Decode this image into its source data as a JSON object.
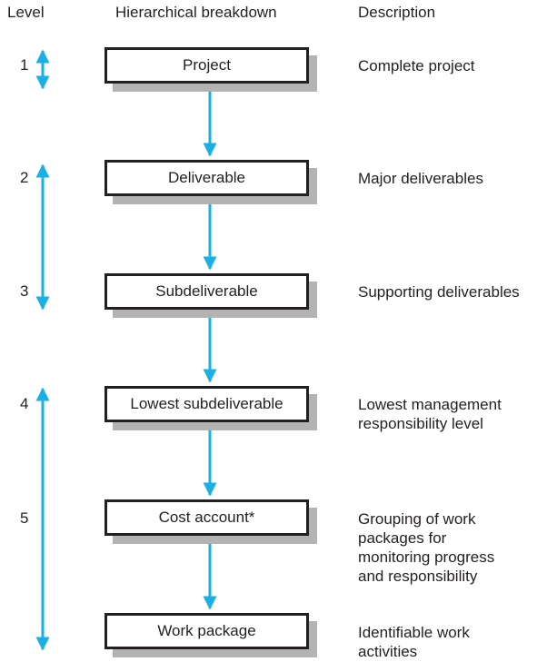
{
  "headers": {
    "level": "Level",
    "breakdown": "Hierarchical breakdown",
    "description": "Description"
  },
  "rows": [
    {
      "level": "1",
      "box": "Project",
      "description": "Complete project"
    },
    {
      "level": "2",
      "box": "Deliverable",
      "description": "Major deliverables"
    },
    {
      "level": "3",
      "box": "Subdeliverable",
      "description": "Supporting deliverables"
    },
    {
      "level": "4",
      "box": "Lowest subdeliverable",
      "description": "Lowest management\nresponsibility level"
    },
    {
      "level": "5",
      "box": "Cost account*",
      "description": "Grouping of work\npackages for\nmonitoring progress\nand responsibility"
    },
    {
      "level": "",
      "box": "Work package",
      "description": "Identifiable work\nactivities"
    }
  ],
  "colors": {
    "arrow": "#1ab0e6",
    "box_border": "#231f20",
    "box_shadow": "#b3b3b3"
  }
}
